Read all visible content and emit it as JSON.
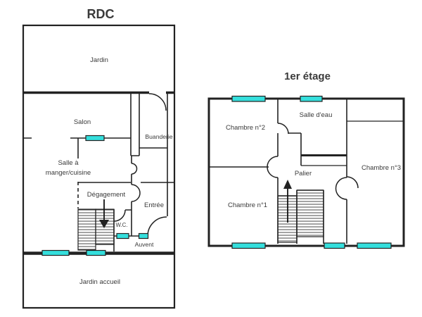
{
  "colors": {
    "wall": "#222222",
    "window_fill": "#35dfdd",
    "text": "#3a3a3a",
    "background": "#ffffff"
  },
  "rdc": {
    "title": "RDC",
    "labels": {
      "jardin": "Jardin",
      "salon": "Salon",
      "buanderie": "Buanderie",
      "salle_line1": "Salle à",
      "salle_line2": "manger/cuisine",
      "degagement": "Dégagement",
      "entree": "Entrée",
      "wc": "W.C.",
      "auvent": "Auvent",
      "jardin_accueil": "Jardin accueil"
    }
  },
  "etage": {
    "title": "1er étage",
    "labels": {
      "chambre1": "Chambre n°1",
      "chambre2": "Chambre n°2",
      "chambre3": "Chambre n°3",
      "salle_eau": "Salle d'eau",
      "palier": "Palier"
    }
  }
}
